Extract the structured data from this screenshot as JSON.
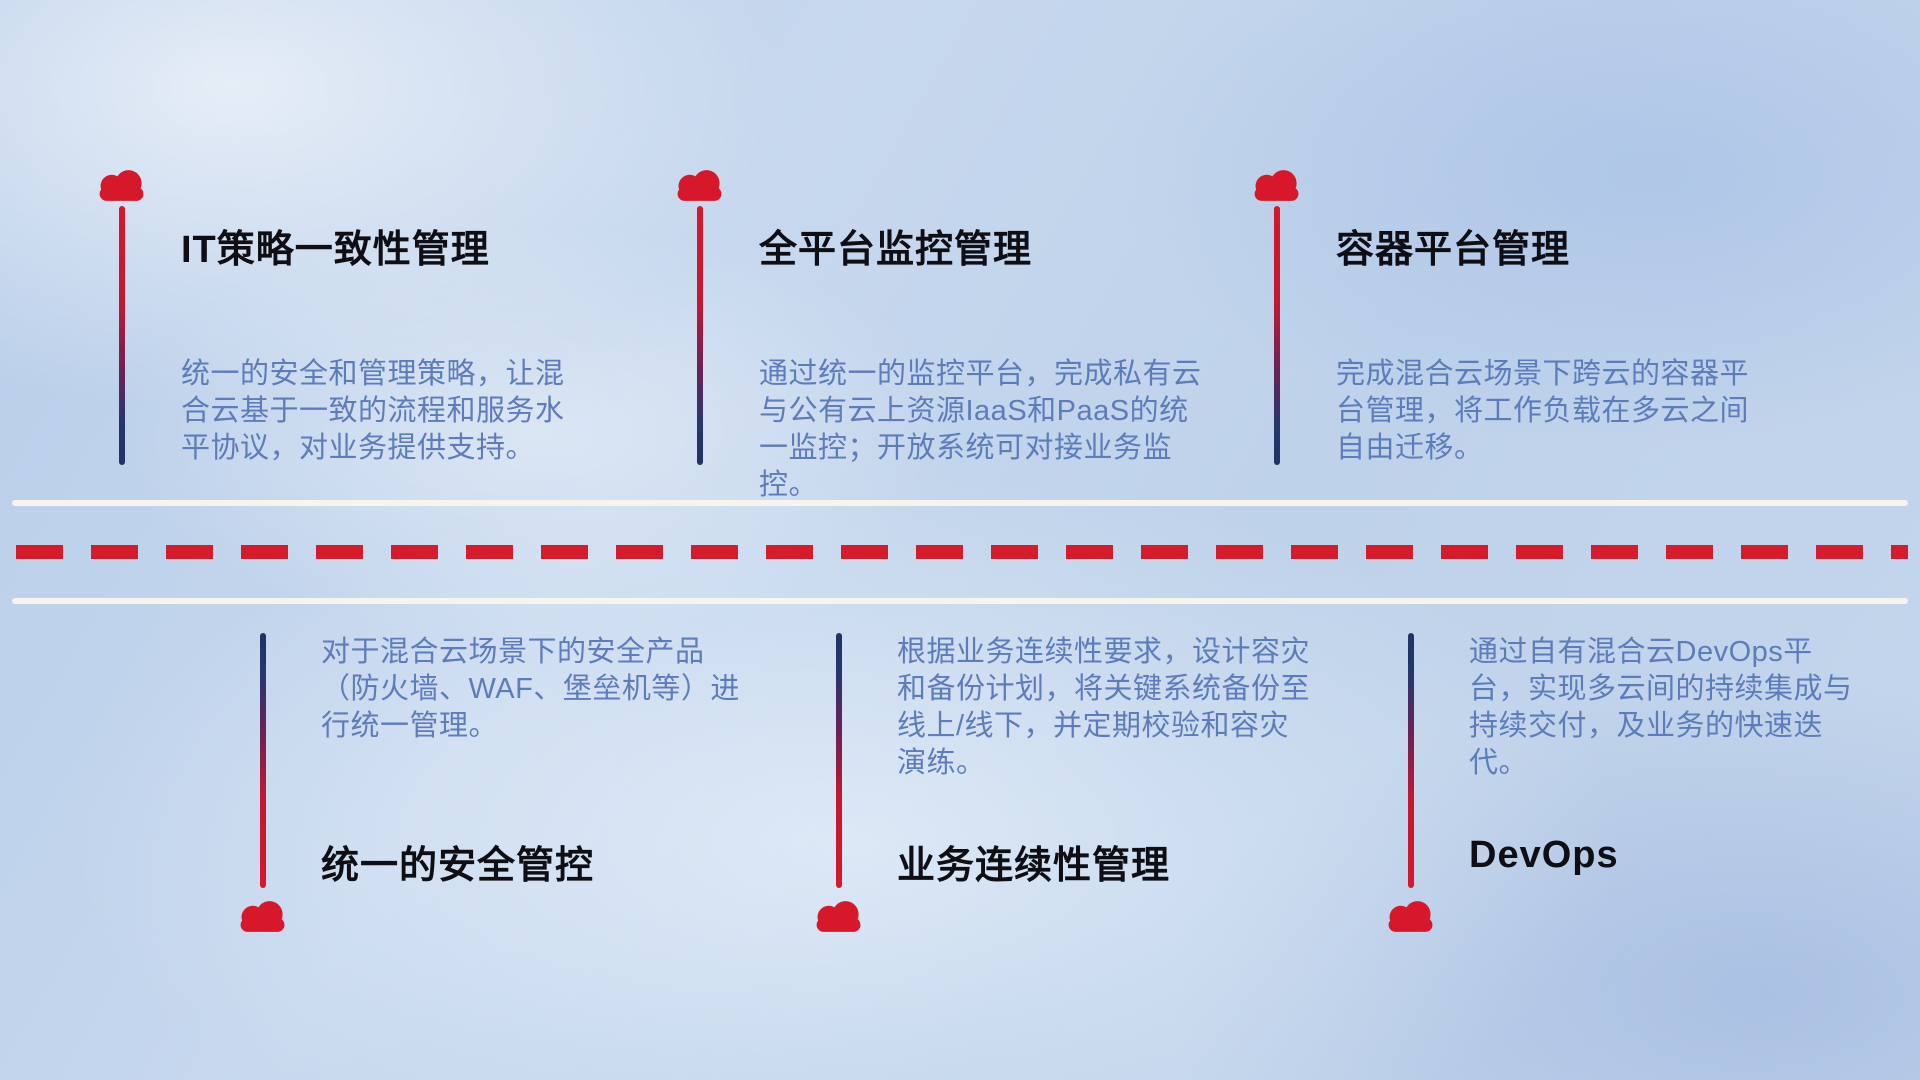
{
  "diagram": {
    "theme": "hybrid-cloud management capabilities roadmap",
    "colors": {
      "cloud_red": "#d7182a",
      "line_navy": "#203367",
      "title_text": "#0e0e14",
      "description_text": "#5d7cba",
      "road_white": "#f8f4ec",
      "dash_red": "#d51c2c",
      "background_blue": "#c0d3ea"
    }
  },
  "top_items": [
    {
      "title": "IT策略一致性管理",
      "description": "统一的安全和管理策略，让混合云基于一致的流程和服务水平协议，对业务提供支持。"
    },
    {
      "title": "全平台监控管理",
      "description": "通过统一的监控平台，完成私有云与公有云上资源IaaS和PaaS的统一监控；开放系统可对接业务监控。"
    },
    {
      "title": "容器平台管理",
      "description": "完成混合云场景下跨云的容器平台管理，将工作负载在多云之间自由迁移。"
    }
  ],
  "bottom_items": [
    {
      "title": "统一的安全管控",
      "description": "对于混合云场景下的安全产品（防火墙、WAF、堡垒机等）进行统一管理。"
    },
    {
      "title": "业务连续性管理",
      "description": "根据业务连续性要求，设计容灾和备份计划，将关键系统备份至线上/线下，并定期校验和容灾演练。"
    },
    {
      "title": "DevOps",
      "description": "通过自有混合云DevOps平台，实现多云间的持续集成与持续交付，及业务的快速迭代。"
    }
  ]
}
